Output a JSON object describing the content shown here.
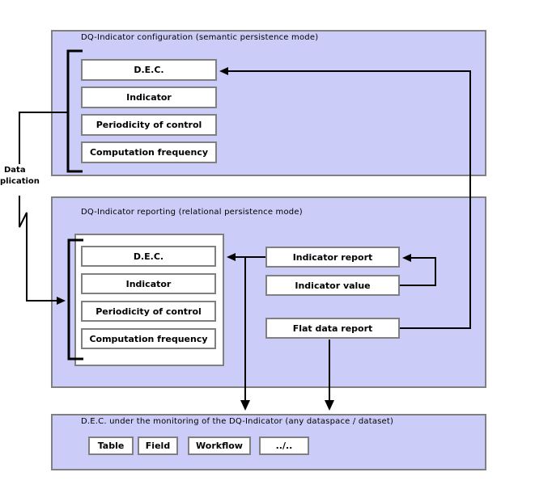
{
  "diagram": {
    "top_panel": {
      "title": "DQ-Indicator configuration (semantic persistence mode)",
      "boxes": [
        "D.E.C.",
        "Indicator",
        "Periodicity of control",
        "Computation frequency"
      ]
    },
    "middle_panel": {
      "title": "DQ-Indicator reporting (relational persistence mode)",
      "boxes": [
        "D.E.C.",
        "Indicator",
        "Periodicity of control",
        "Computation frequency"
      ],
      "right_boxes": [
        "Indicator report",
        "Indicator value",
        "Flat data report"
      ]
    },
    "bottom_panel": {
      "title": "D.E.C. under the monitoring of the DQ-Indicator (any dataspace / dataset)",
      "boxes": [
        "Table",
        "Field",
        "Workflow",
        "../.."
      ]
    },
    "left_label": {
      "line1": "Data",
      "line2": "plication"
    },
    "colors": {
      "panel_fill": "#ccccf8",
      "panel_border": "#808080",
      "box_fill": "#ffffff",
      "box_border": "#808080",
      "line": "#000000"
    }
  }
}
